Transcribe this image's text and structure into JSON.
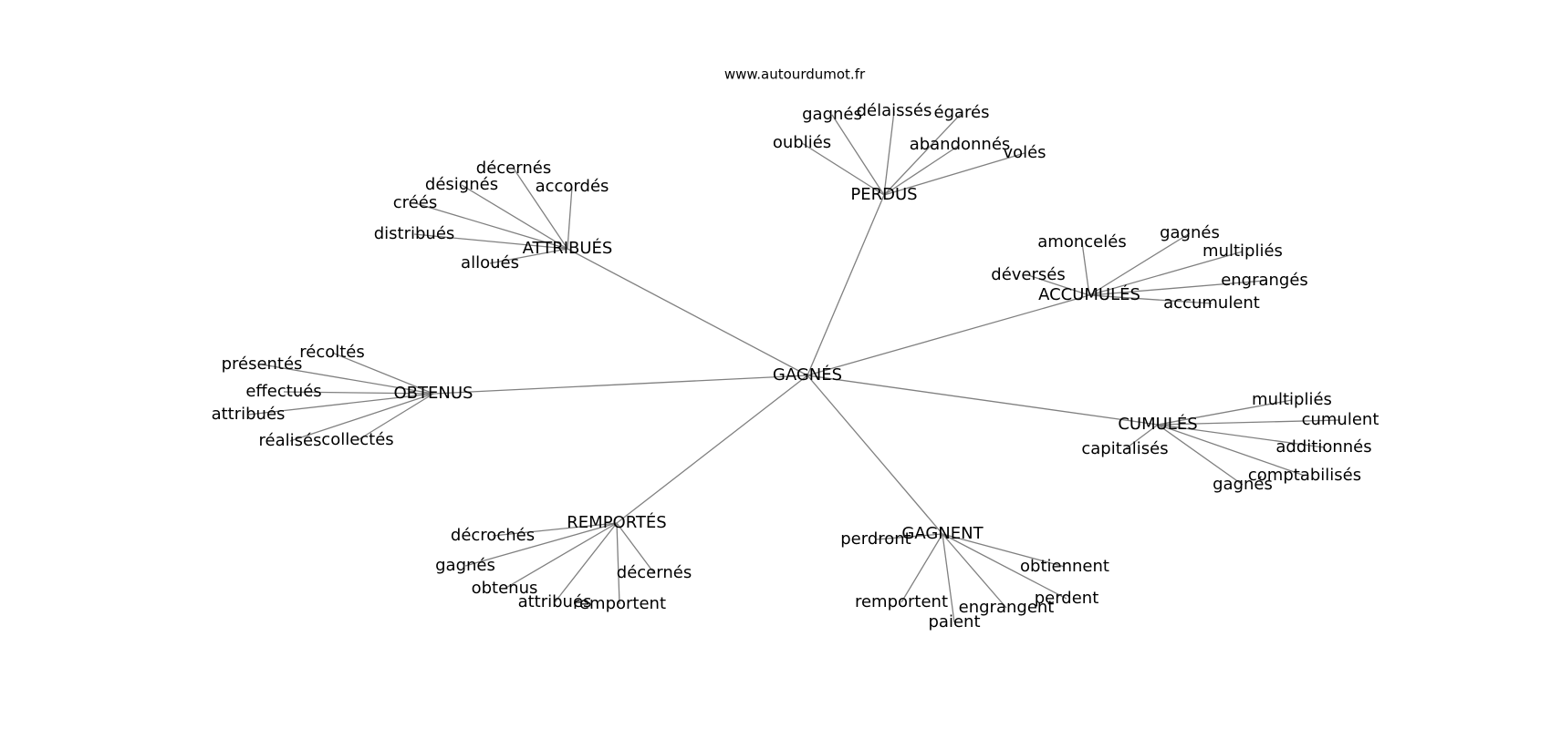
{
  "source": "www.autourdumot.fr",
  "root": "GAGNÉS",
  "groups": [
    {
      "hub": "PERDUS",
      "leaves": [
        "gagnés",
        "délaissés",
        "égarés",
        "oubliés",
        "abandonnés",
        "volés"
      ]
    },
    {
      "hub": "ATTRIBUÉS",
      "leaves": [
        "décernés",
        "désignés",
        "accordés",
        "créés",
        "distribués",
        "alloués"
      ]
    },
    {
      "hub": "ACCUMULÉS",
      "leaves": [
        "amoncelés",
        "gagnés",
        "multipliés",
        "déversés",
        "engrangés",
        "accumulent"
      ]
    },
    {
      "hub": "OBTENUS",
      "leaves": [
        "récoltés",
        "présentés",
        "effectués",
        "attribués",
        "réalisés",
        "collectés"
      ]
    },
    {
      "hub": "CUMULÉS",
      "leaves": [
        "multipliés",
        "cumulent",
        "capitalisés",
        "additionnés",
        "comptabilisés",
        "gagnés"
      ]
    },
    {
      "hub": "REMPORTÉS",
      "leaves": [
        "décrochés",
        "gagnés",
        "obtenus",
        "décernés",
        "attribués",
        "remportent"
      ]
    },
    {
      "hub": "GAGNENT",
      "leaves": [
        "perdront",
        "obtiennent",
        "perdent",
        "remportent",
        "engrangent",
        "paient"
      ]
    }
  ],
  "colors": {
    "edge": "#808080",
    "text": "#000000",
    "background": "#ffffff"
  }
}
